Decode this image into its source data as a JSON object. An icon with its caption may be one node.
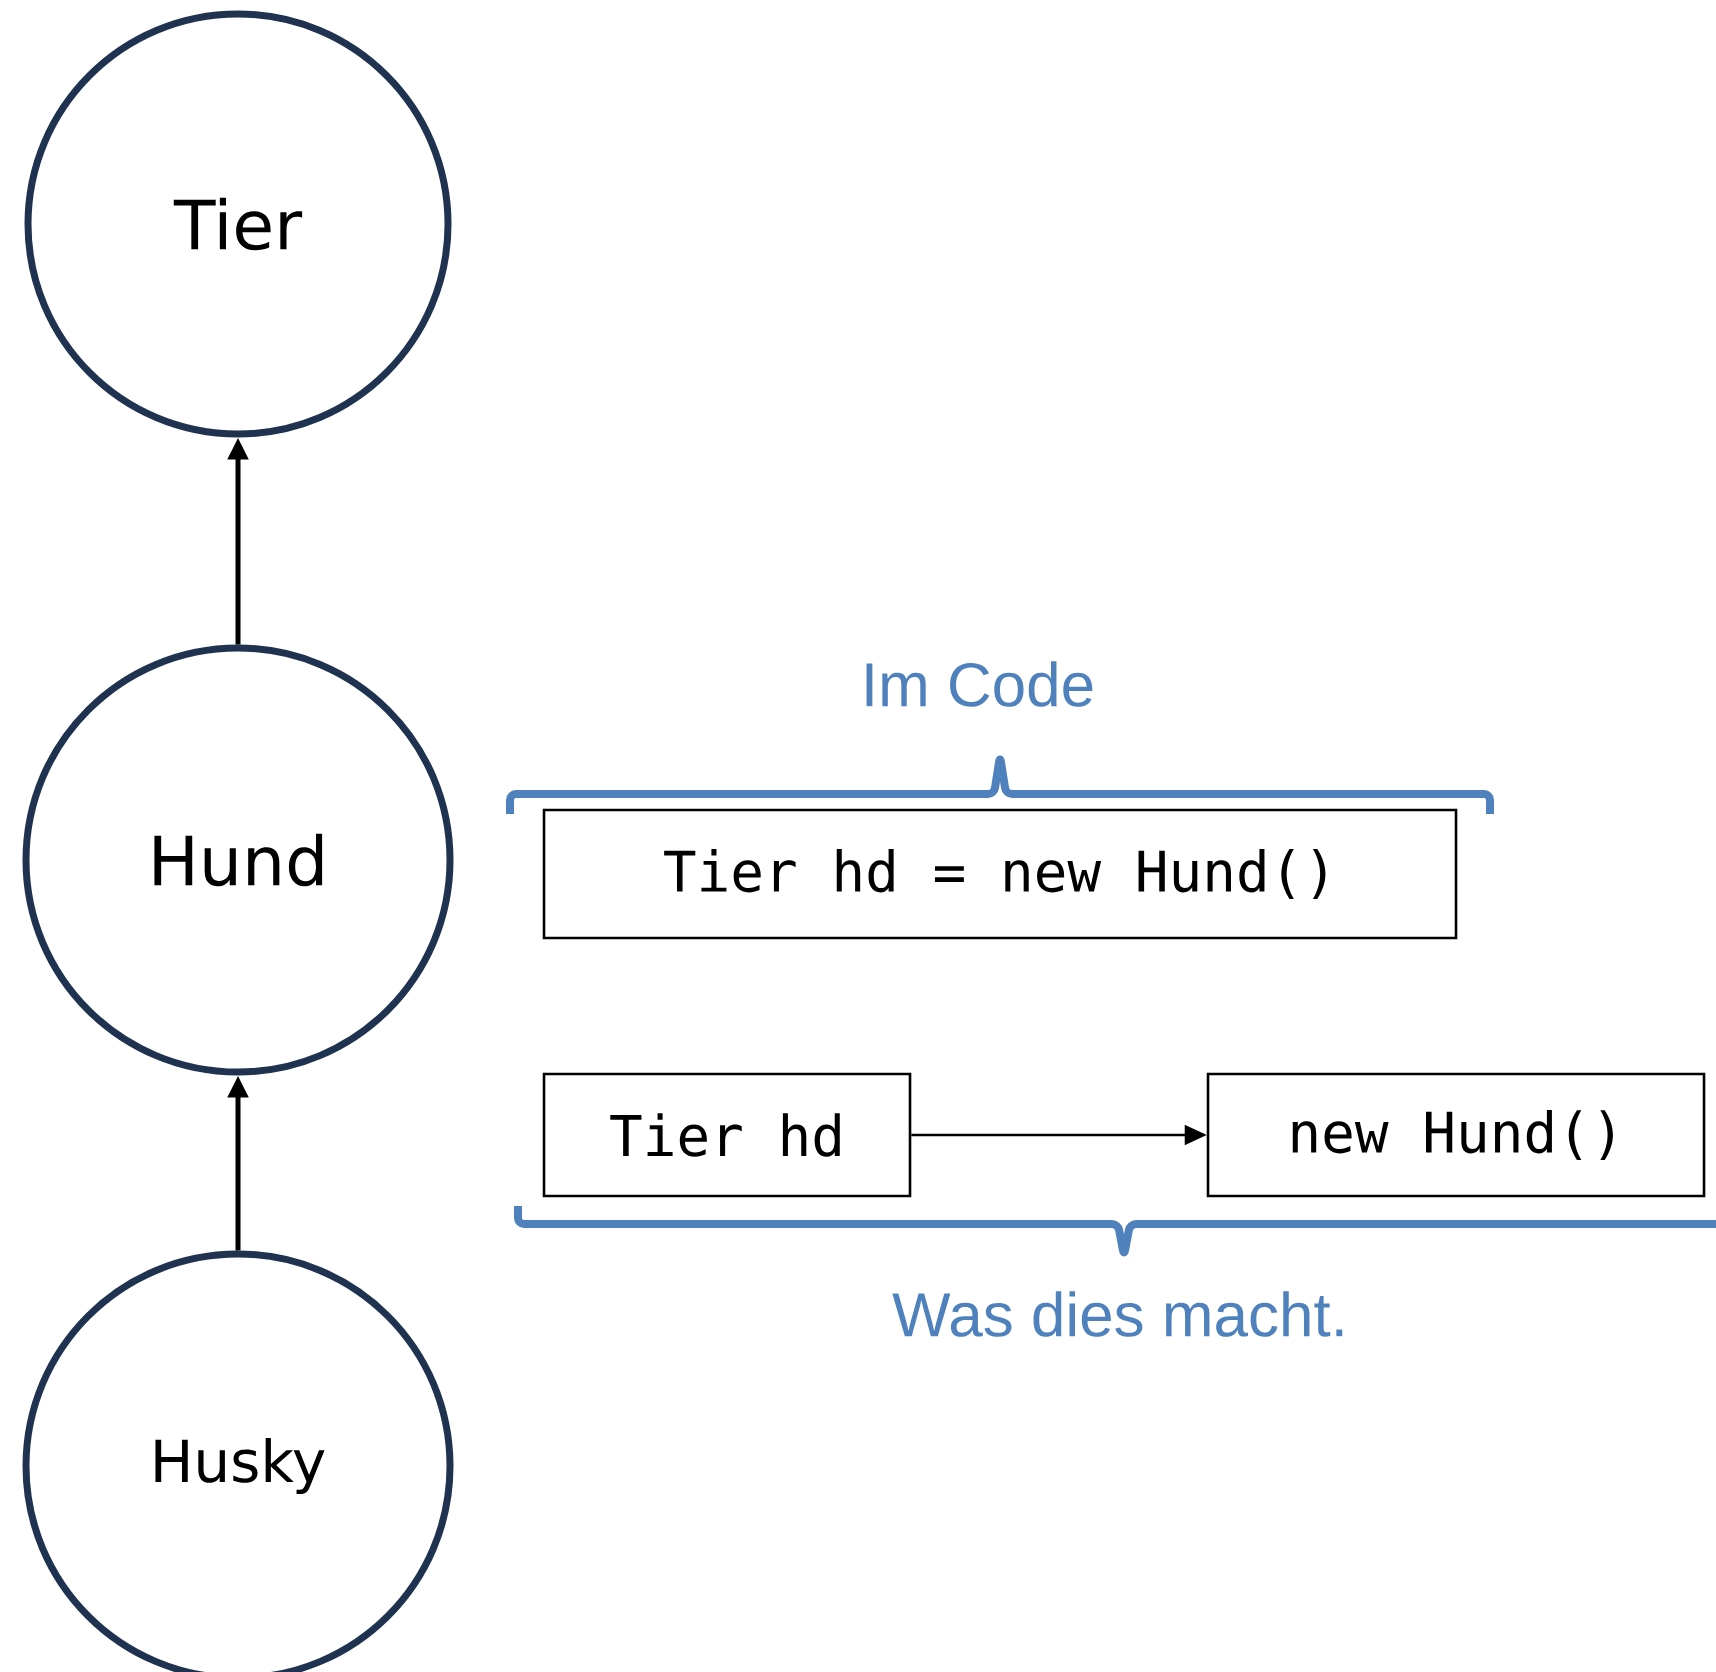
{
  "diagram": {
    "nodes": [
      {
        "text": [
          "Tier"
        ]
      },
      {
        "text": [
          "Hund"
        ]
      },
      {
        "text": [
          "Husky"
        ]
      },
      {
        "text": [
          "Tier hd = new Hund()"
        ]
      },
      {
        "text": [
          "Tier hd"
        ]
      },
      {
        "text": [
          "new Hund()"
        ]
      }
    ],
    "edges": [
      {
        "from": 1,
        "to": 0,
        "arrow": "to"
      },
      {
        "from": 2,
        "to": 1,
        "arrow": "to"
      },
      {
        "from": 4,
        "to": 5,
        "arrow": "to"
      }
    ],
    "labels": [
      "Im Code",
      "Was dies macht."
    ]
  }
}
